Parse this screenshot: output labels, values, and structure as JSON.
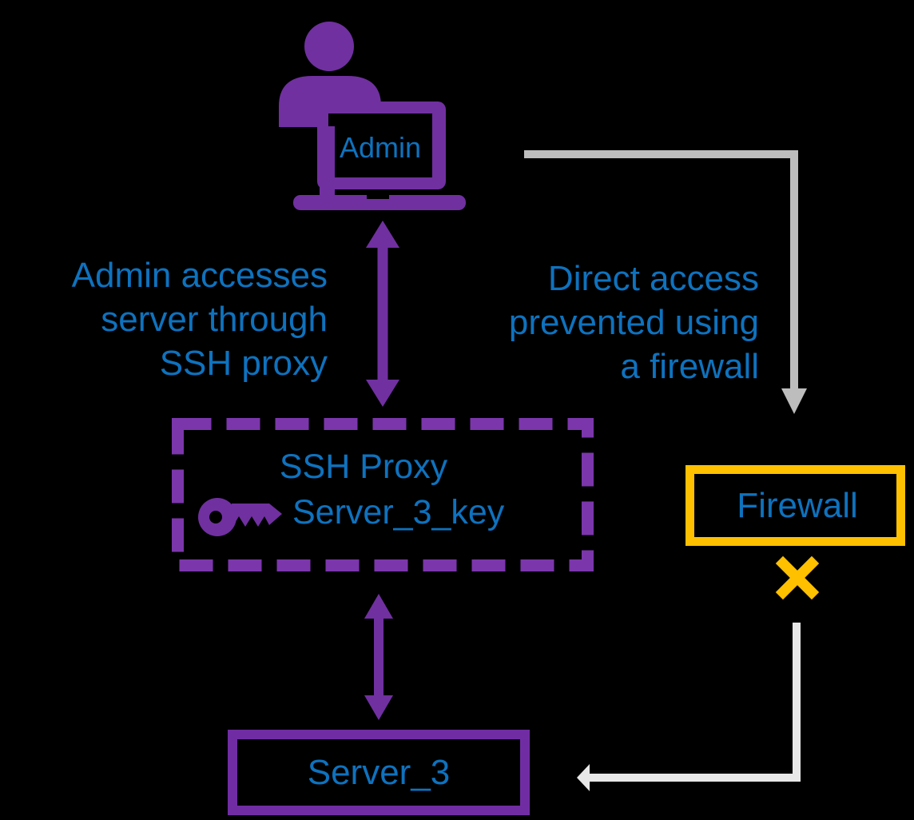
{
  "colors": {
    "purple": "#7030A0",
    "purple_dashed": "#7B36AB",
    "purple_box": "#702DA3",
    "blue": "#0E72BE",
    "orange": "#FFC000",
    "gray_arrow": "#BDBDBD",
    "gray_arrow_light": "#E8E8E8",
    "background": "#000000"
  },
  "admin": {
    "label": "Admin"
  },
  "annotation_left": {
    "lines": [
      "Admin accesses",
      "server through",
      "SSH proxy"
    ]
  },
  "annotation_right": {
    "lines": [
      "Direct access",
      "prevented using",
      "a firewall"
    ]
  },
  "ssh_proxy": {
    "title": "SSH Proxy",
    "key_label": "Server_3_key"
  },
  "firewall": {
    "label": "Firewall"
  },
  "server": {
    "label": "Server_3"
  }
}
